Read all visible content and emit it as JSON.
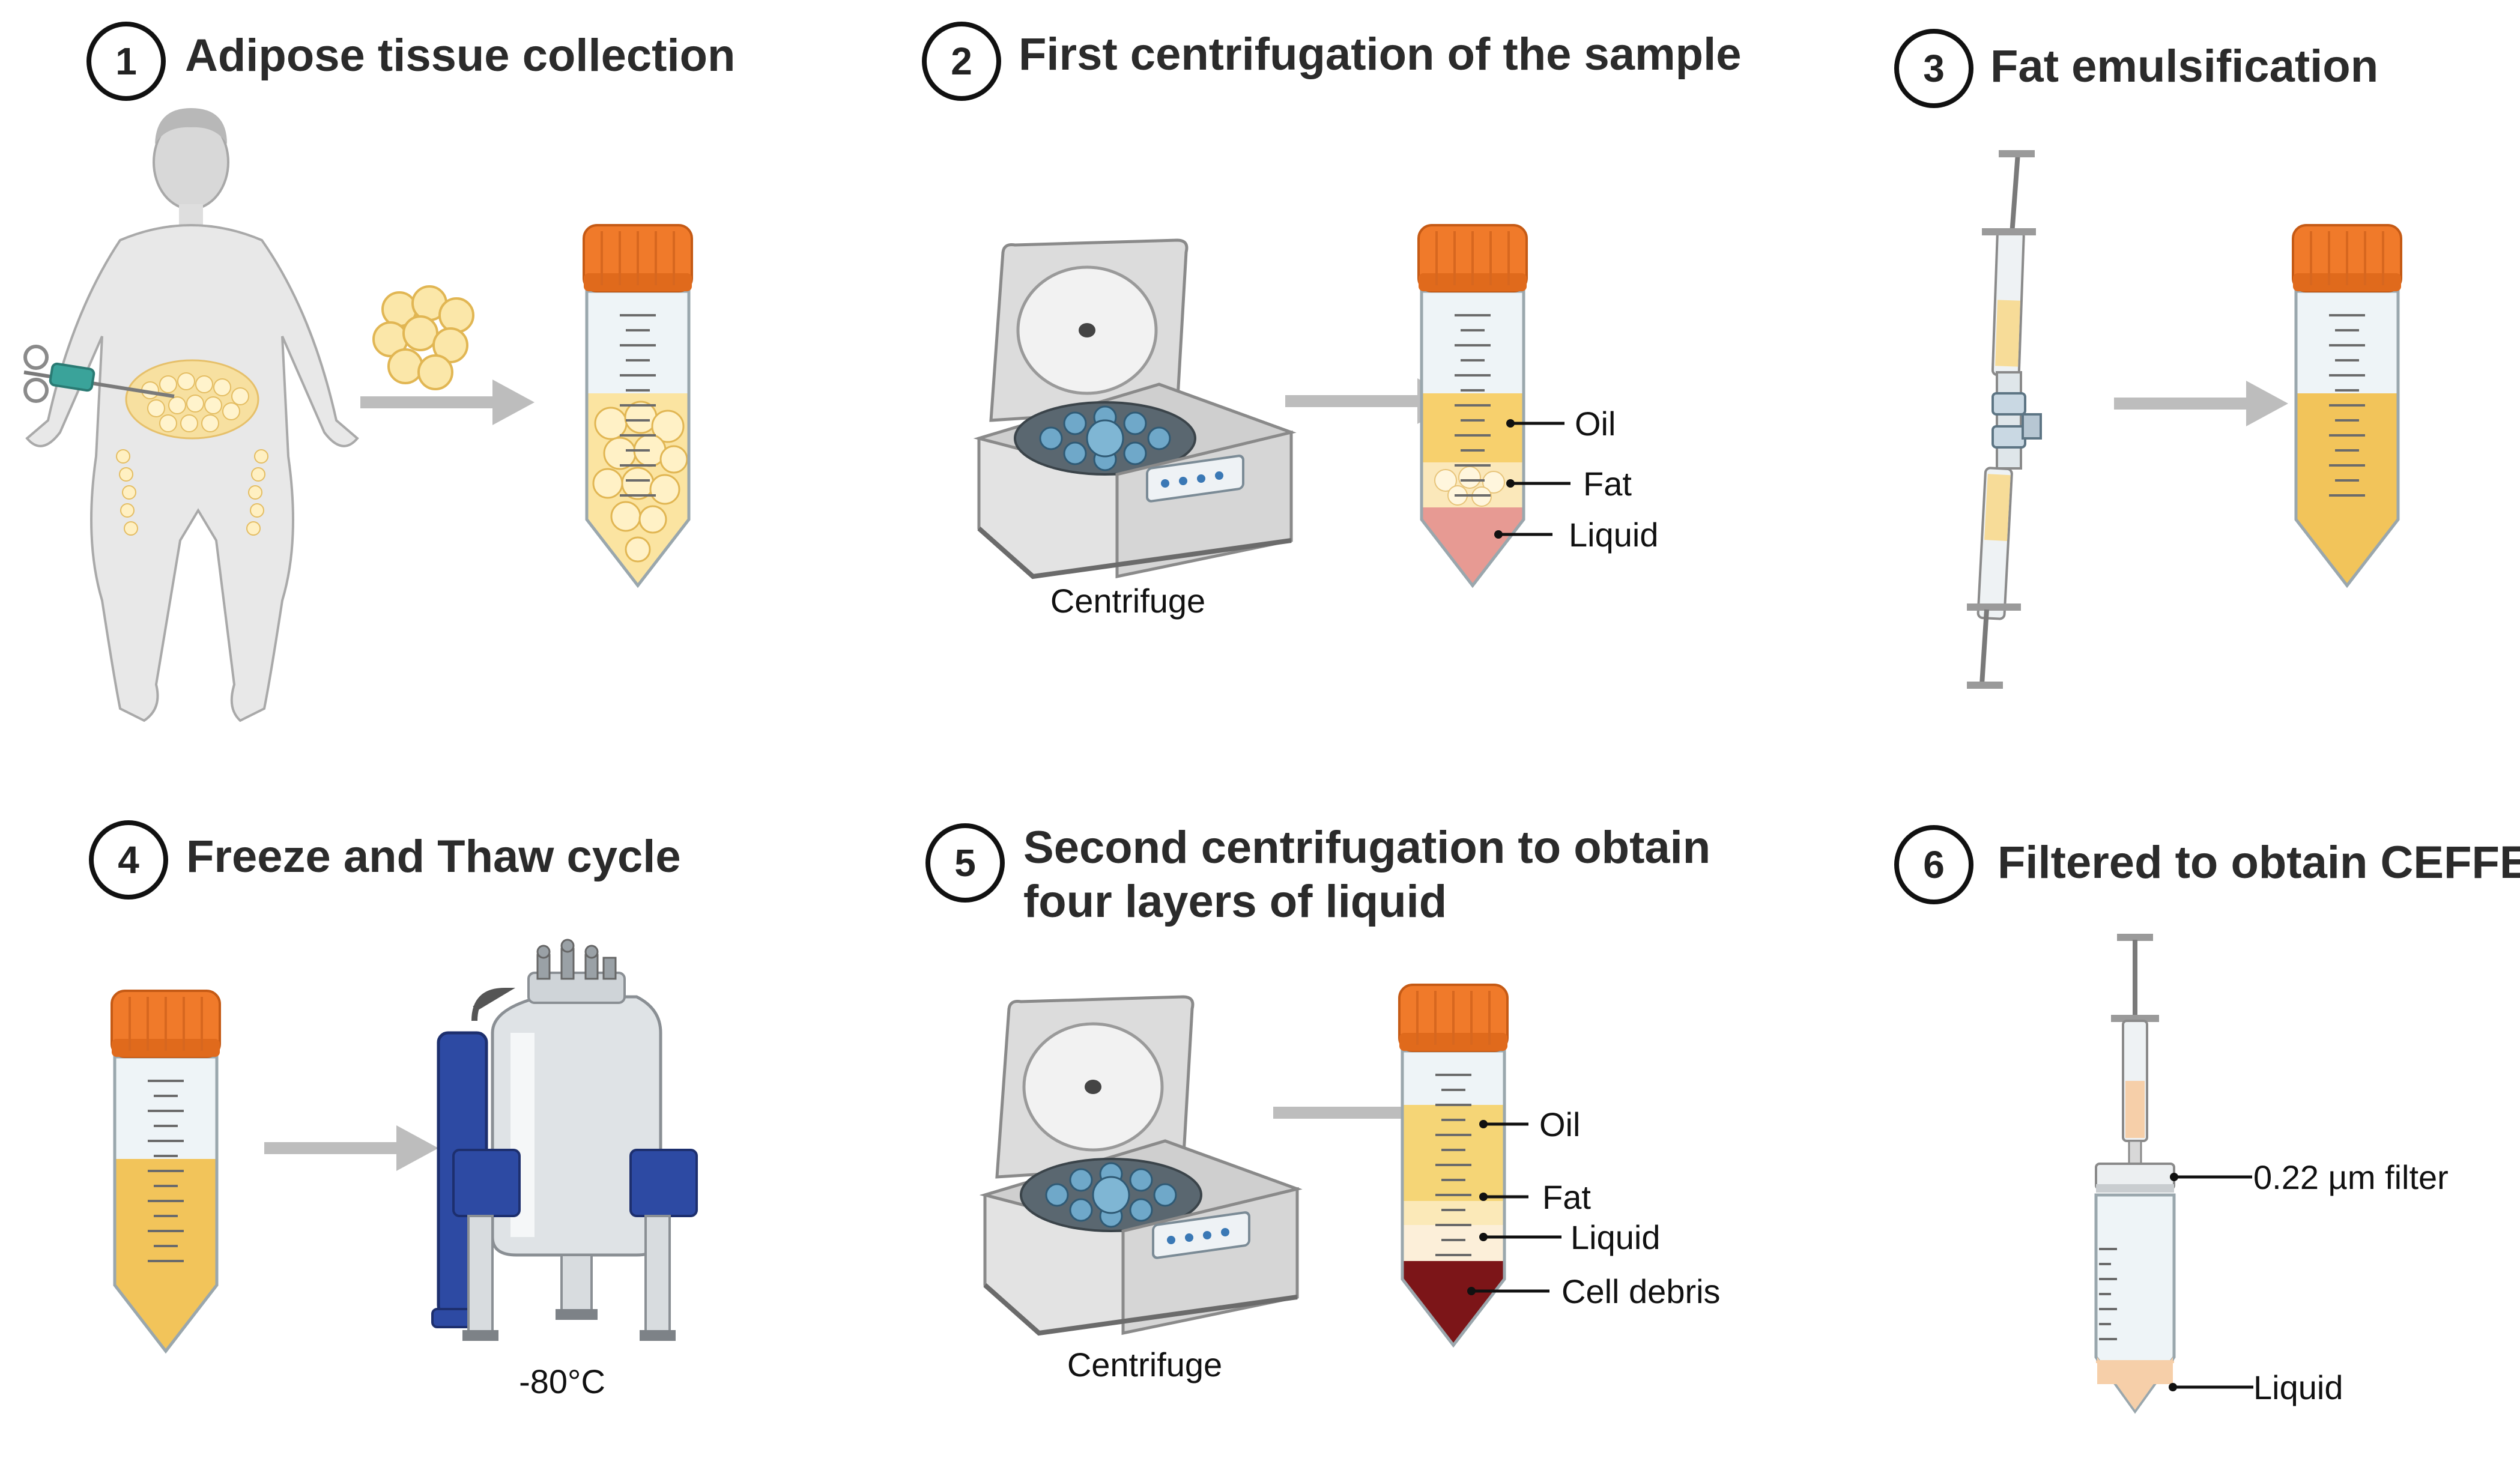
{
  "steps": [
    {
      "number": "1",
      "title": "Adipose tissue collection"
    },
    {
      "number": "2",
      "title": "First centrifugation of the sample"
    },
    {
      "number": "3",
      "title": "Fat emulsification"
    },
    {
      "number": "4",
      "title": "Freeze and Thaw cycle"
    },
    {
      "number": "5",
      "title_line1": "Second centrifugation to obtain",
      "title_line2": "four layers of liquid"
    },
    {
      "number": "6",
      "title": "Filtered to obtain CEFFE"
    }
  ],
  "step2": {
    "device": "Centrifuge",
    "layers": [
      "Oil",
      "Fat",
      "Liquid"
    ]
  },
  "step4": {
    "temperature": "-80°C"
  },
  "step5": {
    "device": "Centrifuge",
    "layers": [
      "Oil",
      "Fat",
      "Liquid",
      "Cell debris"
    ]
  },
  "step6": {
    "filter": "0.22 µm filter",
    "liquid": "Liquid"
  },
  "colors": {
    "cap": "#f07a2a",
    "fat_yellow": "#f2c45a",
    "fat_light": "#fbe6a6",
    "liquid_pink": "#e79a93",
    "cell_debris": "#7c1518",
    "ceffe_liquid": "#f6cfa9",
    "arrow": "#bdbdbd",
    "freezer_blue": "#2d4aa3",
    "syringe_green": "#3aa39a"
  }
}
